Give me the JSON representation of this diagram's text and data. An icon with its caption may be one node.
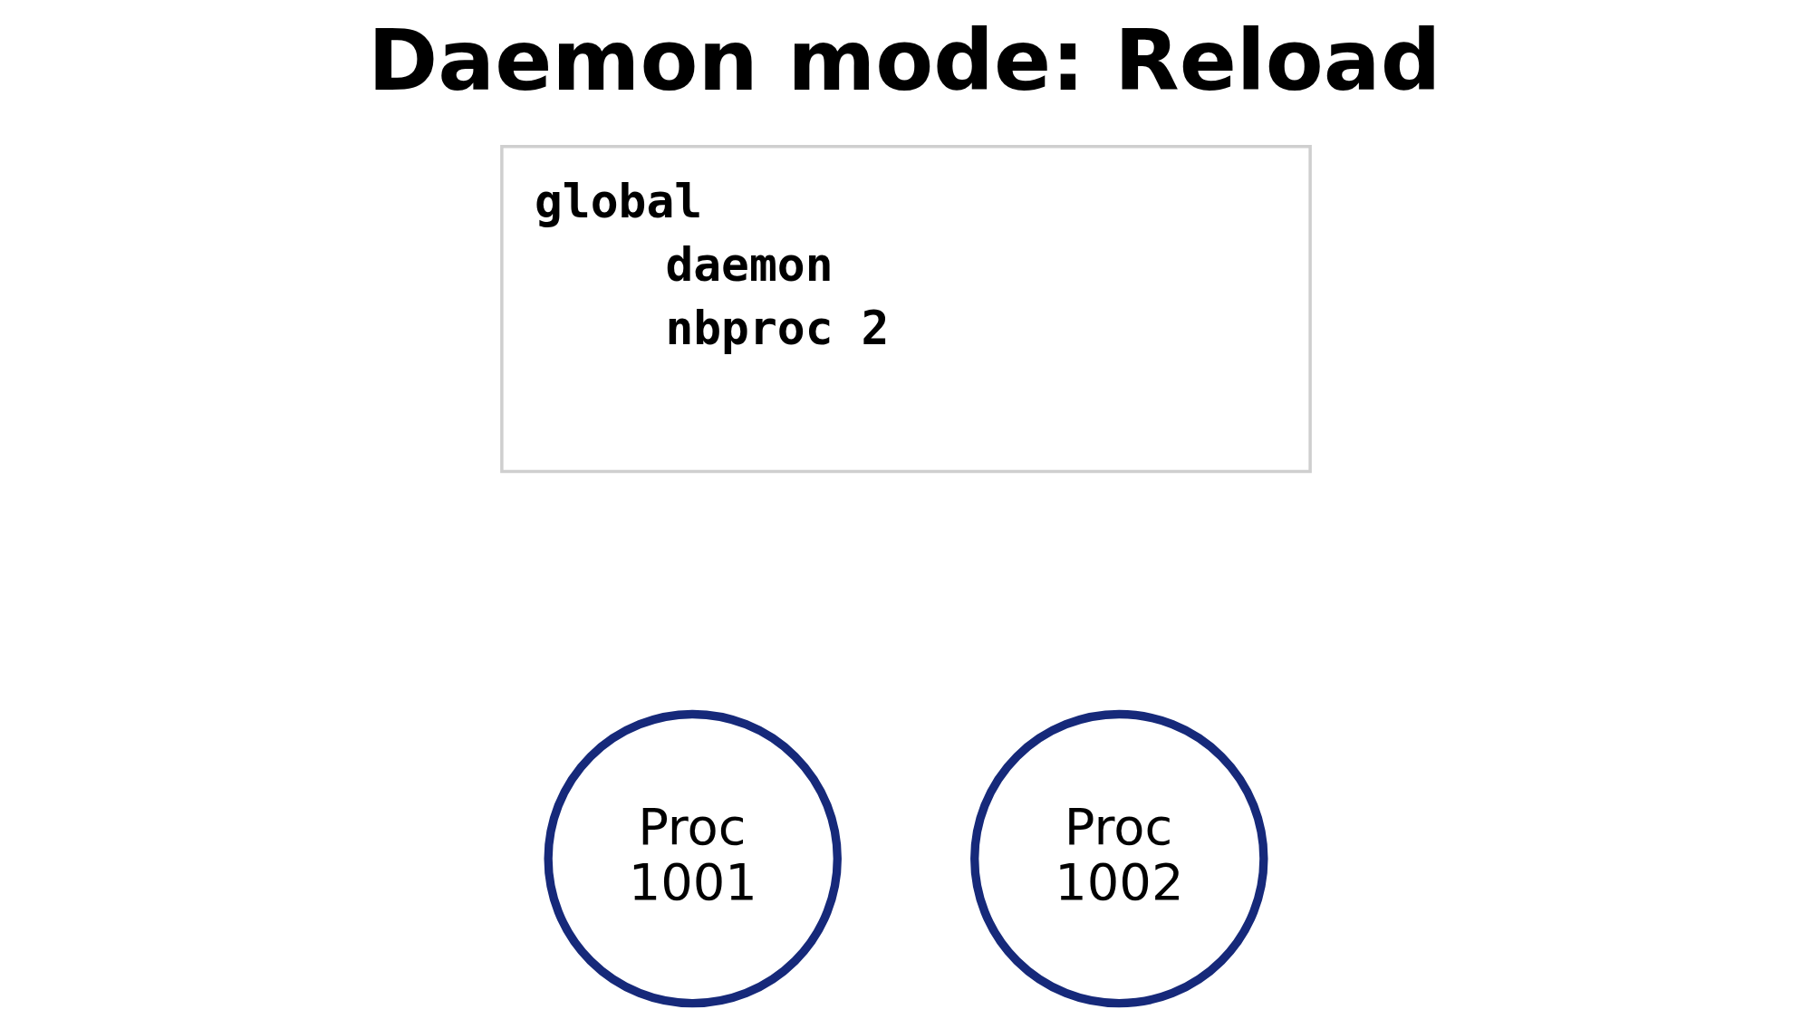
{
  "diagram": {
    "title": "Daemon mode: Reload",
    "nodes": [
      {
        "text": [
          "global",
          "daemon",
          "nbproc 2"
        ]
      },
      {
        "text": [
          "Proc 1001"
        ]
      },
      {
        "text": [
          "Proc 1002"
        ]
      }
    ]
  }
}
